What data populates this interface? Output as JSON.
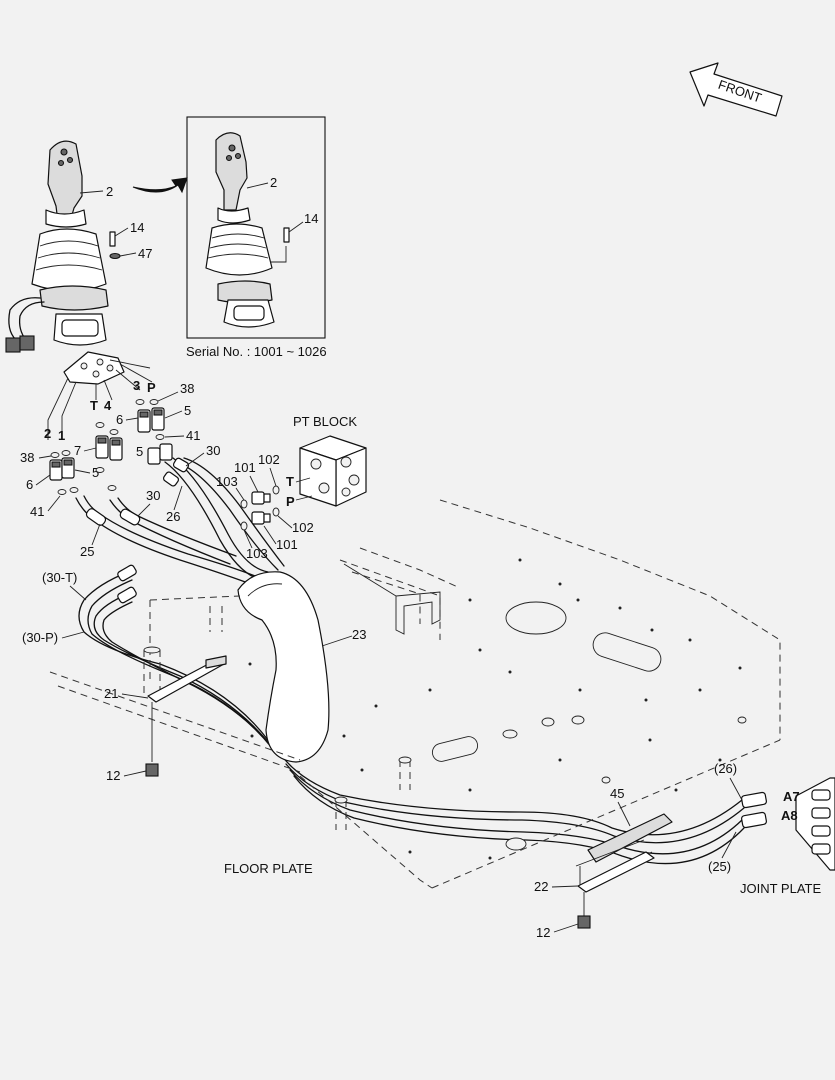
{
  "labels": {
    "front": "FRONT",
    "pt_block": "PT BLOCK",
    "serial": "Serial No. : 1001 ~ 1026",
    "floor_plate": "FLOOR PLATE",
    "joint_plate": "JOINT PLATE",
    "port_t": "T",
    "port_p": "P",
    "a7": "A7",
    "a8": "A8",
    "port_1": "1",
    "port_2": "2",
    "port_3": "3",
    "port_4": "4",
    "port_t2": "T",
    "port_p2": "P"
  },
  "callouts": {
    "c2a": "2",
    "c14a": "14",
    "c47": "47",
    "c2b": "2",
    "c14b": "14",
    "c38a": "38",
    "c5a": "5",
    "c6a": "6",
    "c41a": "41",
    "c7": "7",
    "c5b": "5",
    "c5c": "5",
    "c38b": "38",
    "c6b": "6",
    "c41b": "41",
    "c30a": "30",
    "c30b": "30",
    "c26": "26",
    "c25": "25",
    "c101a": "101",
    "c102a": "102",
    "c103a": "103",
    "c101b": "101",
    "c102b": "102",
    "c103b": "103",
    "c30t": "(30-T)",
    "c30p": "(30-P)",
    "c23": "23",
    "c21": "21",
    "c12a": "12",
    "c45": "45",
    "c26b": "(26)",
    "c25b": "(25)",
    "c22": "22",
    "c12b": "12"
  },
  "icons": [
    "front-arrow-icon",
    "joystick-icon",
    "pt-block-icon",
    "floor-plate-icon"
  ]
}
